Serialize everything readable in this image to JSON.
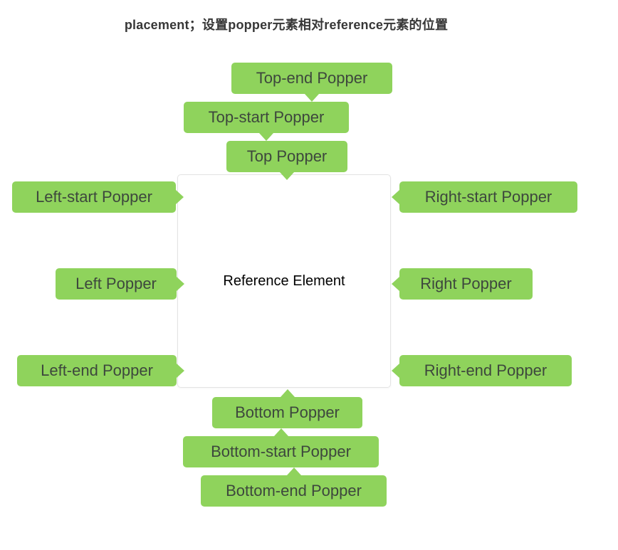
{
  "title": "placement；设置popper元素相对reference元素的位置",
  "reference": {
    "label": "Reference Element"
  },
  "poppers": [
    {
      "id": "top-end",
      "label": "Top-end Popper",
      "placement": "top-end"
    },
    {
      "id": "top-start",
      "label": "Top-start Popper",
      "placement": "top-start"
    },
    {
      "id": "top",
      "label": "Top Popper",
      "placement": "top"
    },
    {
      "id": "left-start",
      "label": "Left-start Popper",
      "placement": "left-start"
    },
    {
      "id": "right-start",
      "label": "Right-start Popper",
      "placement": "right-start"
    },
    {
      "id": "left",
      "label": "Left Popper",
      "placement": "left"
    },
    {
      "id": "right",
      "label": "Right Popper",
      "placement": "right"
    },
    {
      "id": "left-end",
      "label": "Left-end Popper",
      "placement": "left-end"
    },
    {
      "id": "right-end",
      "label": "Right-end Popper",
      "placement": "right-end"
    },
    {
      "id": "bottom",
      "label": "Bottom Popper",
      "placement": "bottom"
    },
    {
      "id": "bottom-start",
      "label": "Bottom-start Popper",
      "placement": "bottom-start"
    },
    {
      "id": "bottom-end",
      "label": "Bottom-end Popper",
      "placement": "bottom-end"
    }
  ],
  "icons": {
    "popper_arrow": "triangle-pointer"
  },
  "colors": {
    "popper_bg": "#8fd35c",
    "popper_text": "#3d473d",
    "title_text": "#373737",
    "reference_border": "#e3e3e3",
    "reference_text": "#000000",
    "page_bg": "#ffffff"
  }
}
